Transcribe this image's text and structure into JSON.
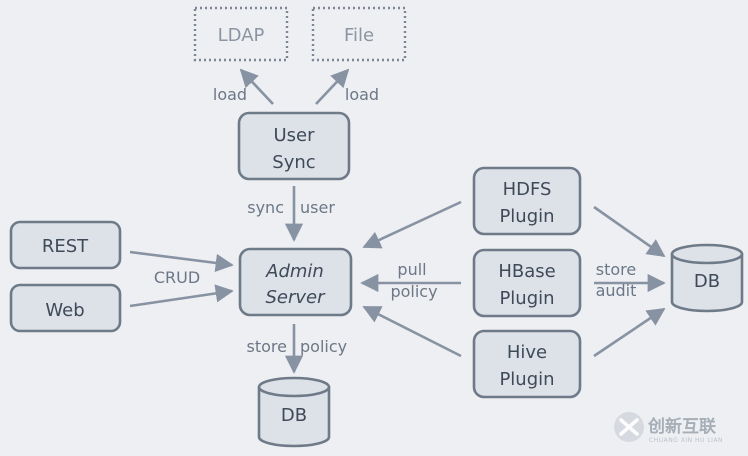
{
  "nodes": {
    "ldap": {
      "label": "LDAP"
    },
    "file": {
      "label": "File"
    },
    "user_sync": {
      "line1": "User",
      "line2": "Sync"
    },
    "rest": {
      "label": "REST"
    },
    "web": {
      "label": "Web"
    },
    "admin_server": {
      "line1": "Admin",
      "line2": "Server"
    },
    "hdfs_plugin": {
      "line1": "HDFS",
      "line2": "Plugin"
    },
    "hbase_plugin": {
      "line1": "HBase",
      "line2": "Plugin"
    },
    "hive_plugin": {
      "line1": "Hive",
      "line2": "Plugin"
    },
    "db_right": {
      "label": "DB"
    },
    "db_bottom": {
      "label": "DB"
    }
  },
  "edges": {
    "load_left": "load",
    "load_right": "load",
    "sync_user_1": "sync",
    "sync_user_2": "user",
    "crud": "CRUD",
    "pull_1": "pull",
    "pull_2": "policy",
    "store_audit_1": "store",
    "store_audit_2": "audit",
    "store_policy_1": "store",
    "store_policy_2": "policy"
  },
  "watermark": {
    "text": "创新互联",
    "subtext": "CHUANG XIN HU LIAN"
  },
  "colors": {
    "background": "#edeff2",
    "box_fill": "#dde1e8",
    "box_stroke": "#6f7a89",
    "arrow": "#8792a2"
  }
}
